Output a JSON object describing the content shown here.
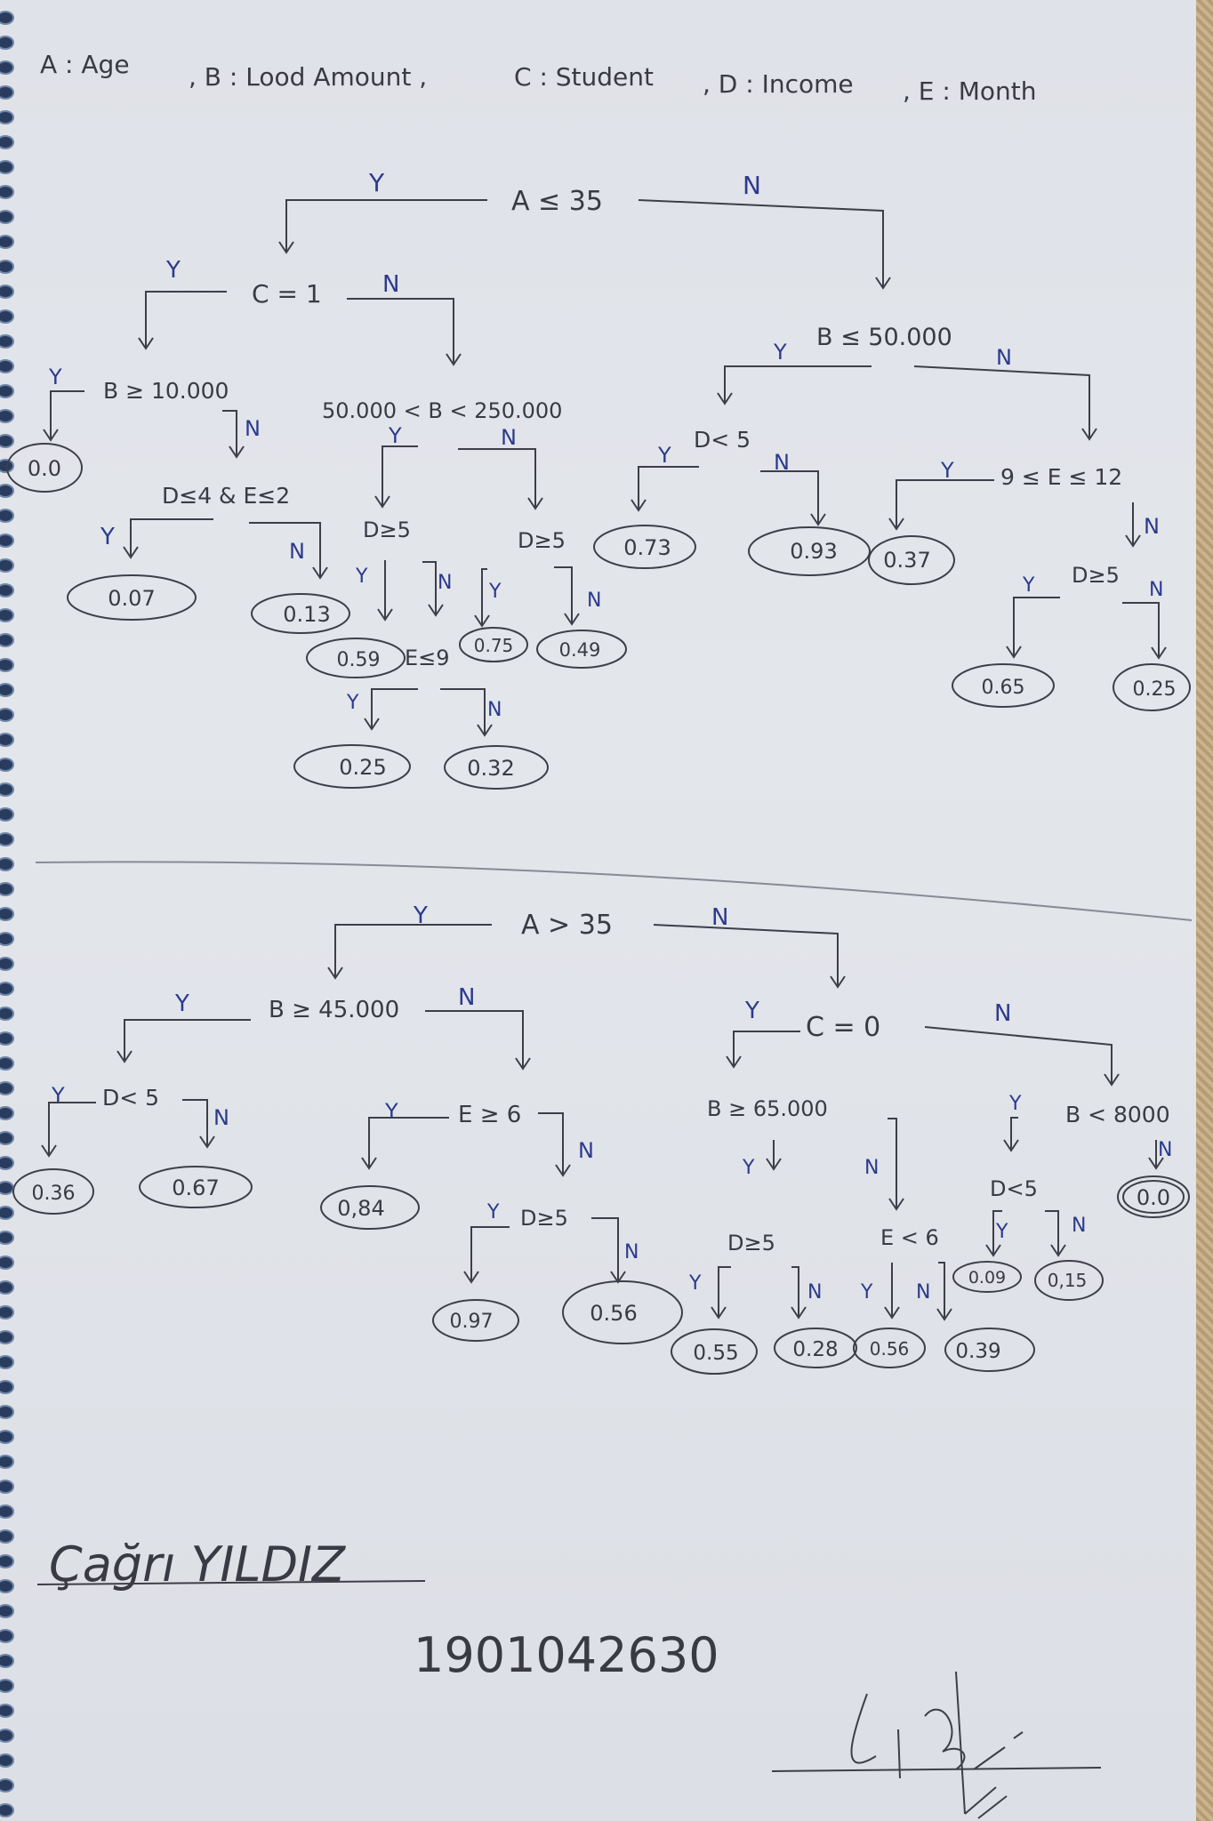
{
  "legend": {
    "a": "A : Age",
    "b": ", B : Lood Amount ,",
    "c": "C : Student",
    "d": ", D : Income",
    "e": ", E : Month"
  },
  "tree1": {
    "root": "A ≤ 35",
    "root_y": "Y",
    "root_n": "N",
    "c1": "C = 1",
    "c1_y": "Y",
    "c1_n": "N",
    "b10000": "B ≥ 10.000",
    "b10000_y": "Y",
    "b10000_n": "N",
    "leaf_00": "0.0",
    "d4e2": "D≤4 & E≤2",
    "d4e2_y": "Y",
    "d4e2_n": "N",
    "leaf_007": "0.07",
    "leaf_013": "0.13",
    "brange": "50.000 < B < 250.000",
    "brange_y": "Y",
    "brange_n": "N",
    "d5a": "D≥5",
    "d5a_y": "Y",
    "d5a_n": "N",
    "d5b": "D≥5",
    "d5b_y": "Y",
    "d5b_n": "N",
    "leaf_059": "0.59",
    "e9": "E≤9",
    "e9_y": "Y",
    "e9_n": "N",
    "leaf_025a": "0.25",
    "leaf_032": "0.32",
    "leaf_075": "0.75",
    "leaf_049": "0.49",
    "b50000": "B ≤ 50.000",
    "b50000_y": "Y",
    "b50000_n": "N",
    "d5lt": "D< 5",
    "d5lt_y": "Y",
    "d5lt_n": "N",
    "leaf_073": "0.73",
    "leaf_093": "0.93",
    "e912": "9 ≤ E ≤ 12",
    "e912_y": "Y",
    "e912_n": "N",
    "leaf_037": "0.37",
    "d5c": "D≥5",
    "d5c_y": "Y",
    "d5c_n": "N",
    "leaf_065": "0.65",
    "leaf_025b": "0.25"
  },
  "tree2": {
    "root": "A > 35",
    "root_y": "Y",
    "root_n": "N",
    "b45000": "B ≥ 45.000",
    "b45000_y": "Y",
    "b45000_n": "N",
    "d5lt": "D< 5",
    "d5lt_y": "Y",
    "d5lt_n": "N",
    "leaf_036": "0.36",
    "leaf_067": "0.67",
    "e6": "E ≥ 6",
    "e6_y": "Y",
    "e6_n": "N",
    "leaf_084": "0,84",
    "d5a": "D≥5",
    "d5a_y": "Y",
    "d5a_n": "N",
    "leaf_097": "0.97",
    "leaf_056a": "0.56",
    "c0": "C = 0",
    "c0_y": "Y",
    "c0_n": "N",
    "b65000": "B ≥ 65.000",
    "b65000_y": "Y",
    "b65000_n": "N",
    "d5b": "D≥5",
    "d5b_y": "Y",
    "d5b_n": "N",
    "leaf_055": "0.55",
    "leaf_028": "0.28",
    "e6lt": "E < 6",
    "e6lt_y": "Y",
    "e6lt_n": "N",
    "leaf_056b": "0.56",
    "leaf_039": "0.39",
    "b8000": "B < 8000",
    "b8000_y": "Y",
    "b8000_n": "N",
    "d5c": "D<5",
    "d5c_y": "Y",
    "d5c_n": "N",
    "leaf_009": "0.09",
    "leaf_015": "0,15",
    "leaf_00": "0.0"
  },
  "footer": {
    "name": "Çağrı YILDIZ",
    "student_id": "1901042630"
  }
}
